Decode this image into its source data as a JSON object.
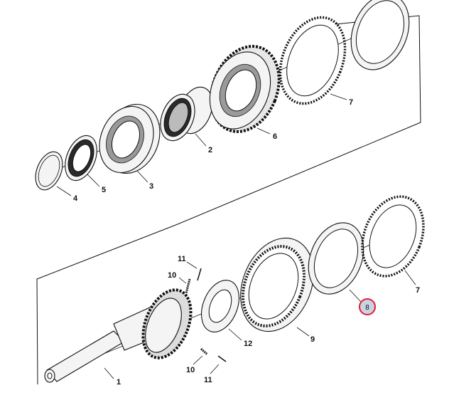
{
  "diagram": {
    "callouts": {
      "c1": "1",
      "c2": "2",
      "c3": "3",
      "c4": "4",
      "c5": "5",
      "c6": "6",
      "c7_top": "7",
      "c7_bottom": "7",
      "c8_highlighted": "8",
      "c9": "9",
      "c10_upper": "10",
      "c10_lower": "10",
      "c11_upper": "11",
      "c11_lower": "11",
      "c12": "12"
    },
    "highlight_color": "#e0202a",
    "highlight_fill": "#c9d3e6"
  }
}
